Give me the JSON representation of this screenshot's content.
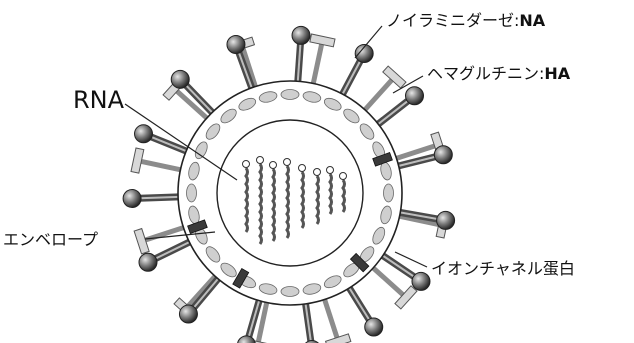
{
  "labels": {
    "rna": "RNA",
    "envelope": "エンベロープ",
    "na_name": "ノイラミニダーゼ",
    "na_abbr": "NA",
    "ha_name": "ヘマグルチニン",
    "ha_abbr": "HA",
    "ion_channel": "イオンチャネル蛋白",
    "separator": ":"
  },
  "colors": {
    "outline": "#222222",
    "ha_head": "#6a6a6a",
    "ha_stem": "#4a4a4a",
    "na_fill": "#d8d8d8",
    "rna": "#555555",
    "membrane_bead": "#cfcfcf"
  },
  "diagram": {
    "spikes_ha": 15,
    "spikes_na": 12,
    "rna_segments": 8,
    "membrane_beads": 28
  }
}
